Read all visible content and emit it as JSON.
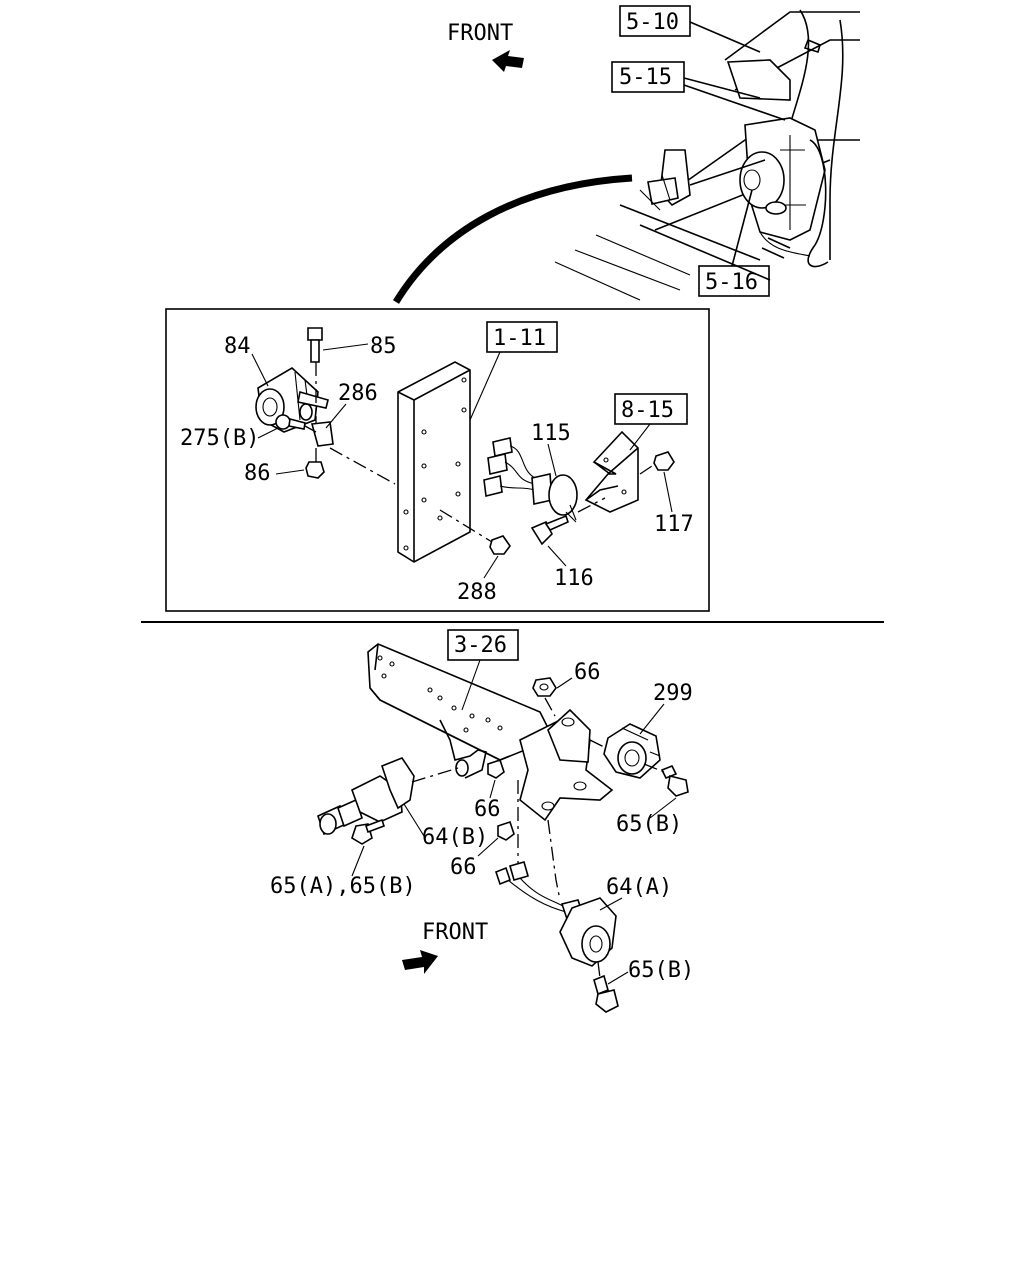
{
  "front_labels": {
    "top": "FRONT",
    "bottom": "FRONT"
  },
  "references": {
    "r5_10": "5-10",
    "r5_15": "5-15",
    "r5_16": "5-16",
    "r1_11": "1-11",
    "r8_15": "8-15",
    "r3_26": "3-26"
  },
  "callouts": {
    "c84": "84",
    "c85": "85",
    "c286": "286",
    "c275b": "275(B)",
    "c86": "86",
    "c115": "115",
    "c117": "117",
    "c116": "116",
    "c288": "288",
    "c66a": "66",
    "c299": "299",
    "c66b": "66",
    "c65b_1": "65(B)",
    "c64b": "64(B)",
    "c66c": "66",
    "c65a_65b": "65(A),65(B)",
    "c64a": "64(A)",
    "c65b_2": "65(B)"
  }
}
